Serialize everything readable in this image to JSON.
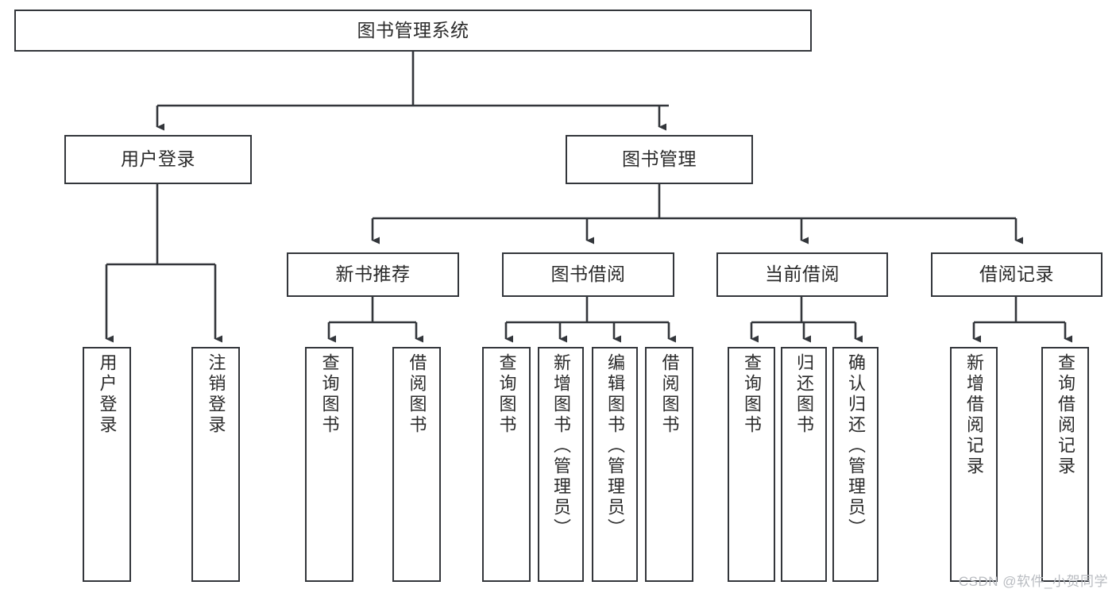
{
  "diagram": {
    "title": "图书管理系统",
    "watermark": "CSDN @软件_小贺同学",
    "colors": {
      "stroke": "#33363b",
      "fill": "#ffffff",
      "text": "#2b2b2b",
      "watermark": "#b9bcc1"
    },
    "nodes": {
      "root": "图书管理系统",
      "user_login": "用户登录",
      "book_manage": "图书管理",
      "new_book_rec": "新书推荐",
      "book_borrow": "图书借阅",
      "current_borrow": "当前借阅",
      "borrow_record": "借阅记录",
      "leaf_user_login": "用户登录",
      "leaf_logout": "注销登录",
      "leaf_query_book_1": "查询图书",
      "leaf_borrow_book_1": "借阅图书",
      "leaf_query_book_2": "查询图书",
      "leaf_add_book_admin": "新增图书（管理员）",
      "leaf_edit_book_admin": "编辑图书（管理员）",
      "leaf_borrow_book_2": "借阅图书",
      "leaf_query_book_3": "查询图书",
      "leaf_return_book": "归还图书",
      "leaf_confirm_return_admin": "确认归还（管理员）",
      "leaf_add_record": "新增借阅记录",
      "leaf_query_record": "查询借阅记录"
    }
  }
}
